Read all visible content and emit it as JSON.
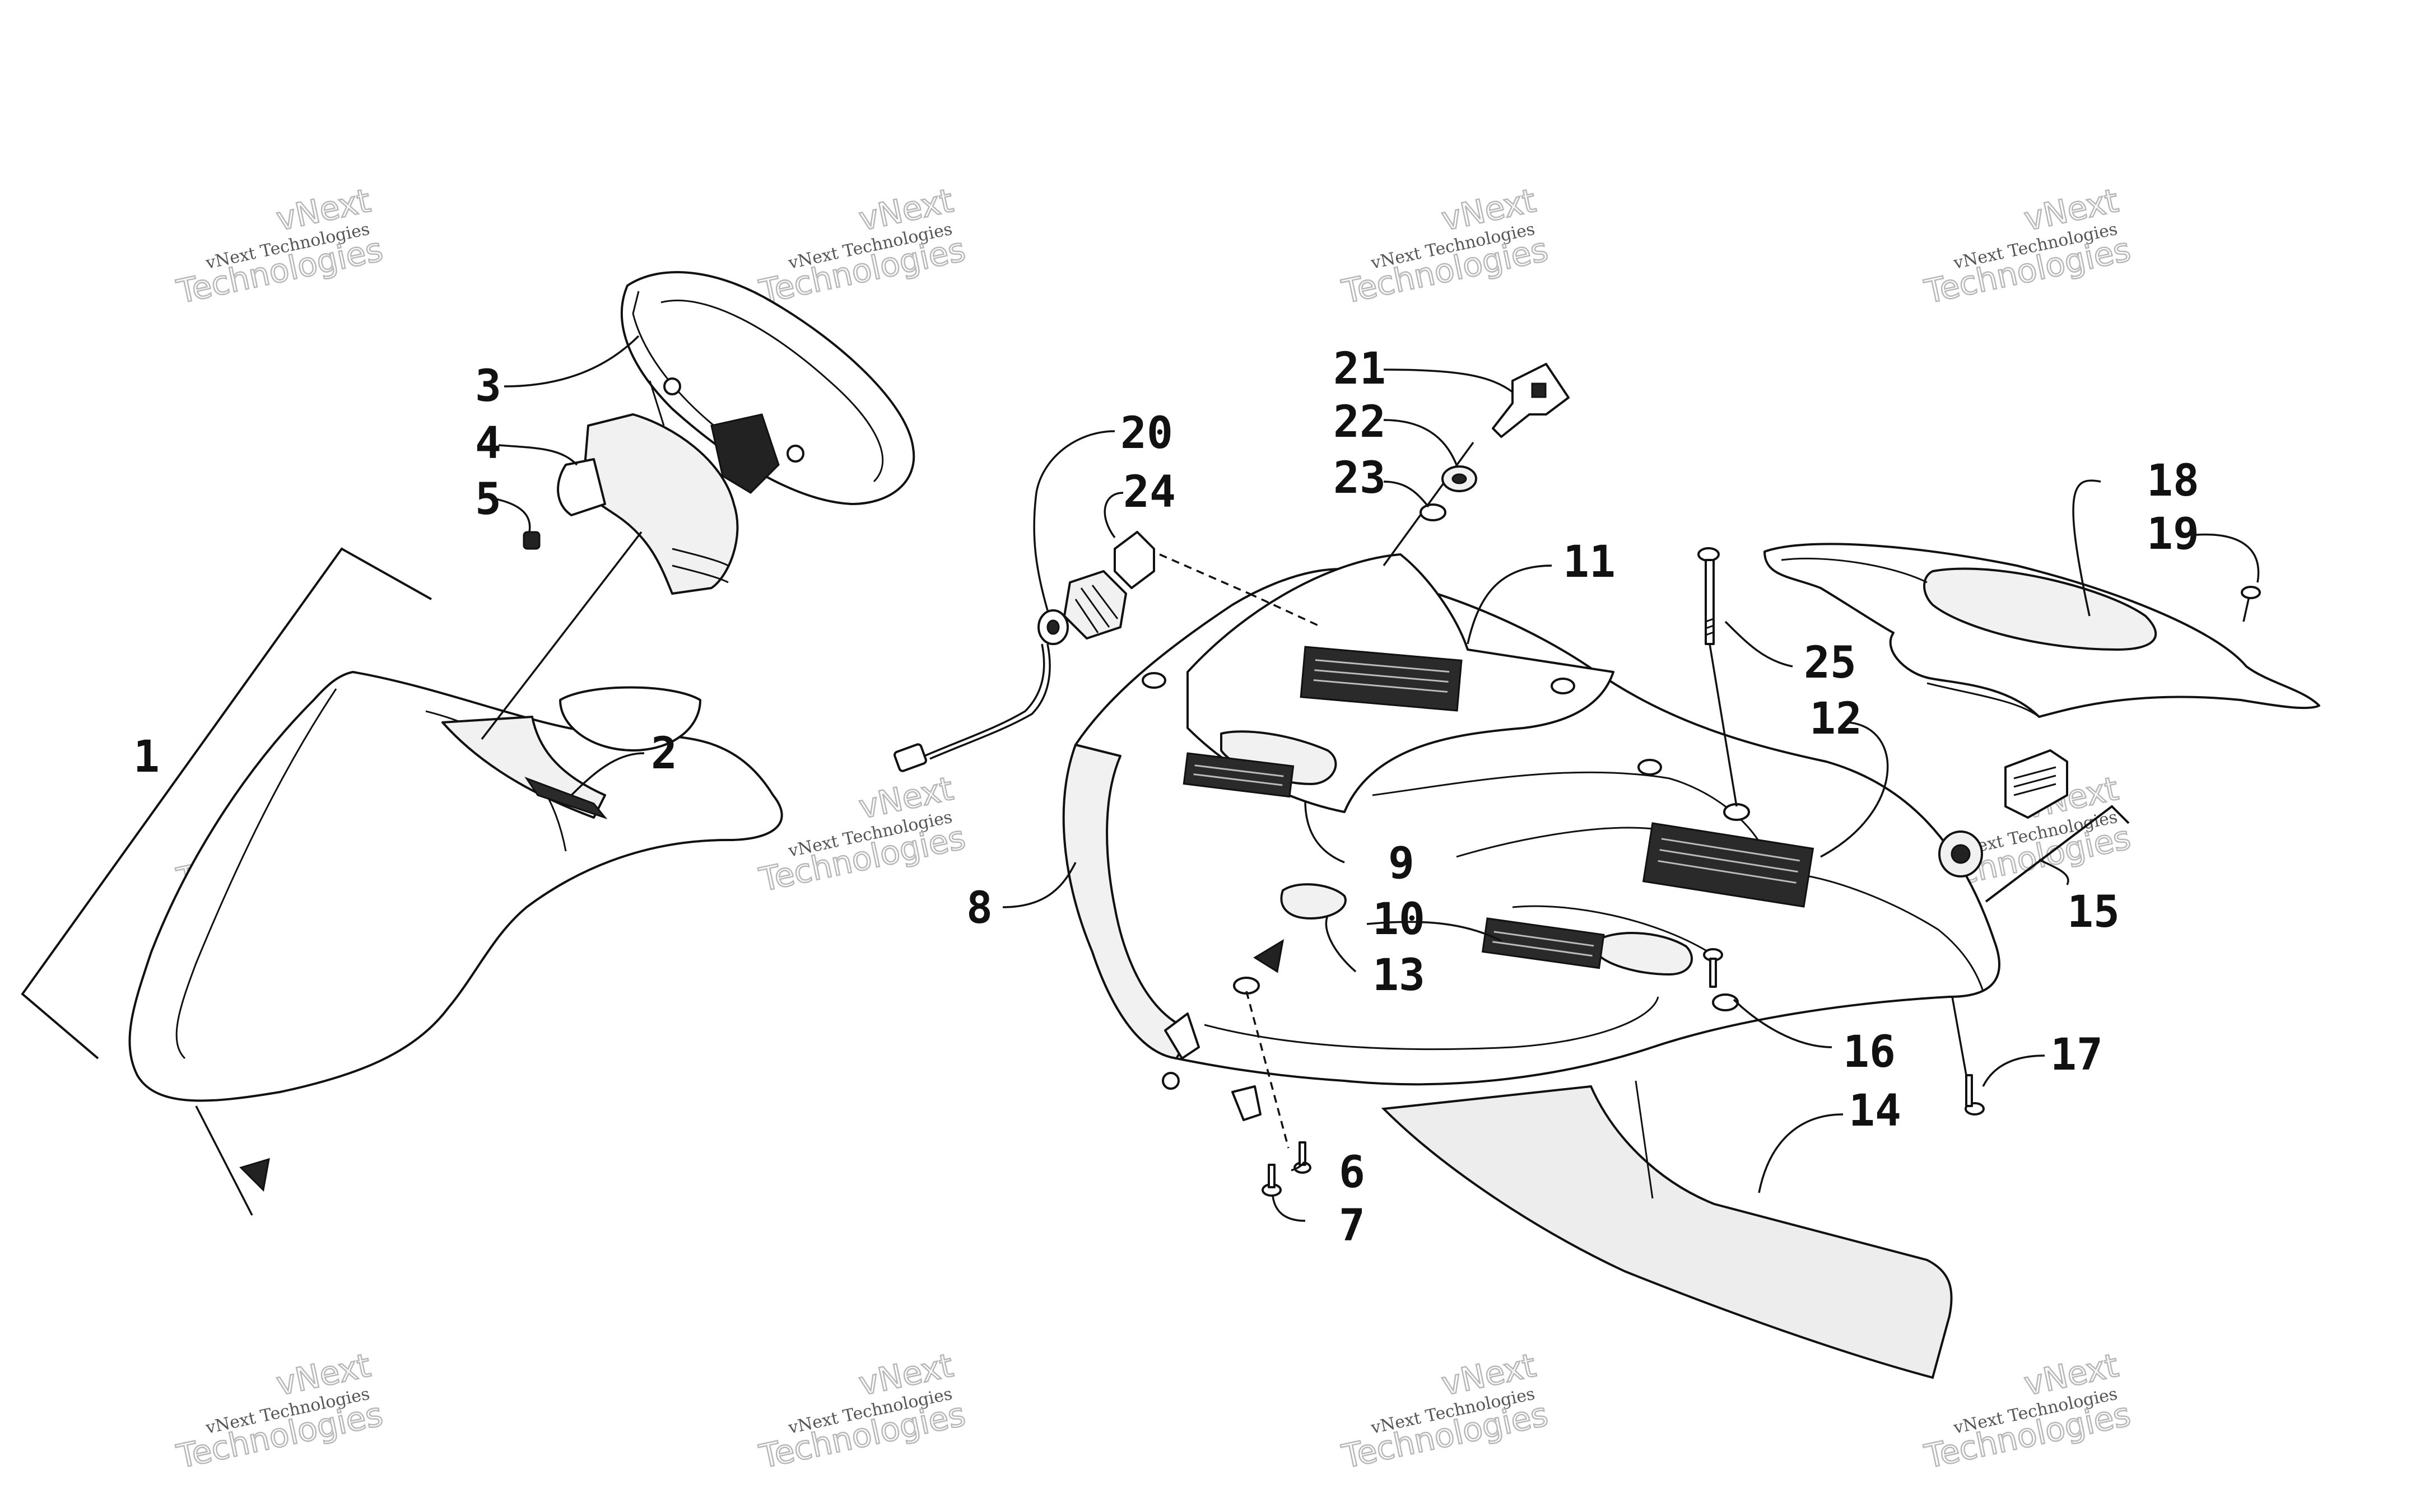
{
  "callouts": [
    "1",
    "2",
    "3",
    "4",
    "5",
    "6",
    "7",
    "8",
    "9",
    "10",
    "11",
    "12",
    "13",
    "14",
    "15",
    "16",
    "17",
    "18",
    "19",
    "20",
    "21",
    "22",
    "23",
    "24",
    "25"
  ],
  "watermark": {
    "line1": "vNext Technologies",
    "line2a": "vNext",
    "line2b": "Technologies"
  },
  "colors": {
    "ink": "#111111",
    "paper": "#ffffff",
    "watermark": "#b8b8b8"
  }
}
